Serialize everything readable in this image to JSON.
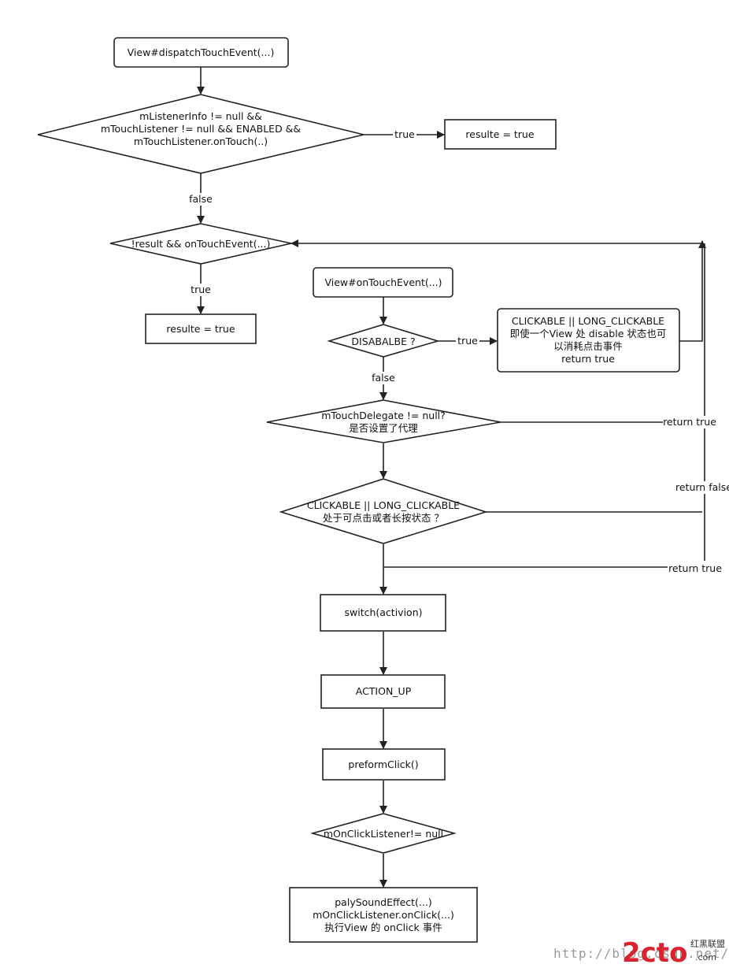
{
  "nodes": {
    "dispatch": [
      "View#dispatchTouchEvent(...)"
    ],
    "listener_check": [
      "mListenerInfo != null &&",
      "mTouchListener != null &&  ENABLED &&",
      "mTouchListener.onTouch(..)"
    ],
    "result_true_1": [
      "resulte = true"
    ],
    "result_check": [
      "!result && onTouchEvent(...)"
    ],
    "result_true_2": [
      "resulte = true"
    ],
    "on_touch_event": [
      "View#onTouchEvent(...)"
    ],
    "disabled_check": [
      "DISABALBE ?"
    ],
    "disabled_clickable": [
      "CLICKABLE || LONG_CLICKABLE",
      "即使一个View 处 disable 状态也可",
      "以消耗点击事件",
      "return true"
    ],
    "touch_delegate": [
      "mTouchDelegate != null?",
      "是否设置了代理"
    ],
    "clickable_check": [
      "CLICKABLE || LONG_CLICKABLE",
      "处于可点击或者长按状态 ？"
    ],
    "switch_action": [
      "switch(activion)"
    ],
    "action_up": [
      "ACTION_UP"
    ],
    "perform_click": [
      "preformClick()"
    ],
    "click_listener_check": [
      "mOnClickListener!= null"
    ],
    "play_sound": [
      "palySoundEffect(...)",
      "mOnClickListener.onClick(...)",
      "执行View 的 onClick 事件"
    ]
  },
  "edge_labels": {
    "listener_true": "true",
    "listener_false": "false",
    "result_true": "true",
    "disabled_true": "true",
    "disabled_false": "false",
    "delegate_return": "return true",
    "clickable_return": "return false",
    "switch_return": "return true"
  },
  "watermark": {
    "url": "http://blog.csdn.net/",
    "logo": "2cto",
    "logo_sub": ".com",
    "logo_caption": "红黑联盟"
  }
}
